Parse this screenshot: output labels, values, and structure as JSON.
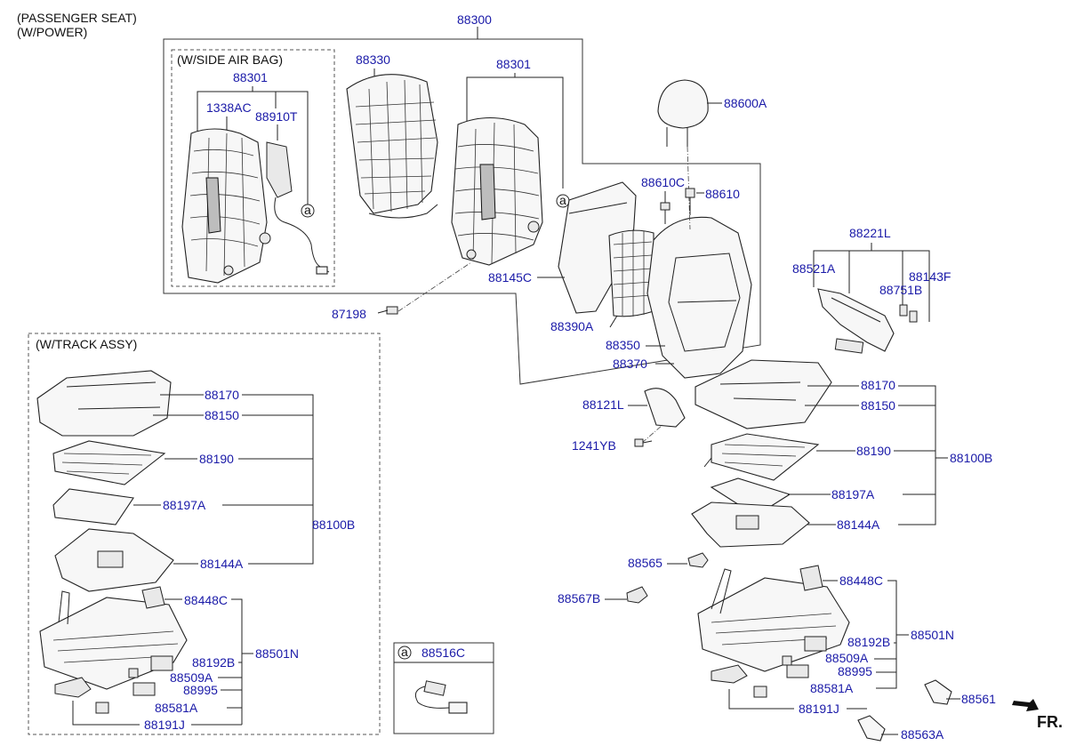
{
  "headings": {
    "passenger_seat": "(PASSENGER SEAT)",
    "power": "(W/POWER)",
    "side_air_bag": "(W/SIDE AIR BAG)",
    "track_assy": "(W/TRACK ASSY)",
    "fr": "FR."
  },
  "callout_symbol": "a",
  "parts": {
    "p88300": "88300",
    "p88301_airbag": "88301",
    "p1338AC": "1338AC",
    "p88910T": "88910T",
    "p88330": "88330",
    "p88301": "88301",
    "p88600A": "88600A",
    "p88610C": "88610C",
    "p88610": "88610",
    "p88145C": "88145C",
    "p87198": "87198",
    "p88390A": "88390A",
    "p88350": "88350",
    "p88370": "88370",
    "p88221L": "88221L",
    "p88521A": "88521A",
    "p88143F": "88143F",
    "p88751B": "88751B",
    "p88121L": "88121L",
    "p1241YB": "1241YB",
    "p88170_r": "88170",
    "p88150_r": "88150",
    "p88190_r": "88190",
    "p88100B_r": "88100B",
    "p88197A_r": "88197A",
    "p88144A_r": "88144A",
    "p88565": "88565",
    "p88567B": "88567B",
    "p88448C_r": "88448C",
    "p88501N_r": "88501N",
    "p88192B_r": "88192B",
    "p88509A_r": "88509A",
    "p88995_r": "88995",
    "p88581A_r": "88581A",
    "p88191J_r": "88191J",
    "p88561": "88561",
    "p88563A": "88563A",
    "p88170_l": "88170",
    "p88150_l": "88150",
    "p88190_l": "88190",
    "p88197A_l": "88197A",
    "p88100B_l": "88100B",
    "p88144A_l": "88144A",
    "p88448C_l": "88448C",
    "p88192B_l": "88192B",
    "p88501N_l": "88501N",
    "p88509A_l": "88509A",
    "p88995_l": "88995",
    "p88581A_l": "88581A",
    "p88191J_l": "88191J",
    "p88516C": "88516C"
  }
}
